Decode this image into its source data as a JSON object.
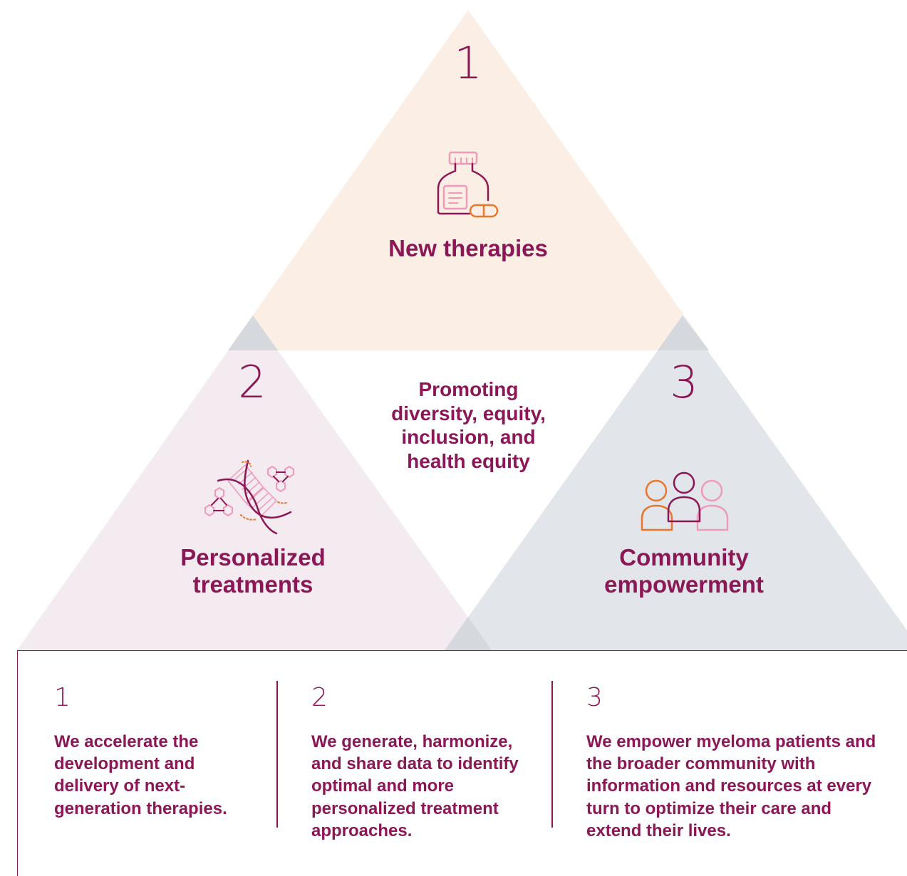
{
  "colors": {
    "accent": "#8c1757",
    "top_triangle": "#fbeee4",
    "left_triangle": "#f3ebef",
    "right_triangle": "#e2e5e9",
    "overlap": "#d5d9de",
    "orange": "#e8762d",
    "pink": "#ee9ab8"
  },
  "diagram": {
    "top": {
      "number": "1",
      "title": "New therapies",
      "icon": "medicine-bottle-pill-icon"
    },
    "left": {
      "number": "2",
      "title": "Personalized treatments",
      "icon": "dna-molecule-icon"
    },
    "right": {
      "number": "3",
      "title": "Community empowerment",
      "icon": "people-group-icon"
    },
    "center": {
      "text": "Promoting diversity, equity, inclusion, and health equity"
    }
  },
  "panel": {
    "columns": [
      {
        "number": "1",
        "text": "We accelerate the development and delivery of next-generation therapies."
      },
      {
        "number": "2",
        "text": "We generate, harmonize, and share data to identify optimal and more personalized treatment approaches."
      },
      {
        "number": "3",
        "text": "We empower myeloma patients and the broader community with information and resources at every turn to optimize their care and extend their lives."
      }
    ]
  }
}
